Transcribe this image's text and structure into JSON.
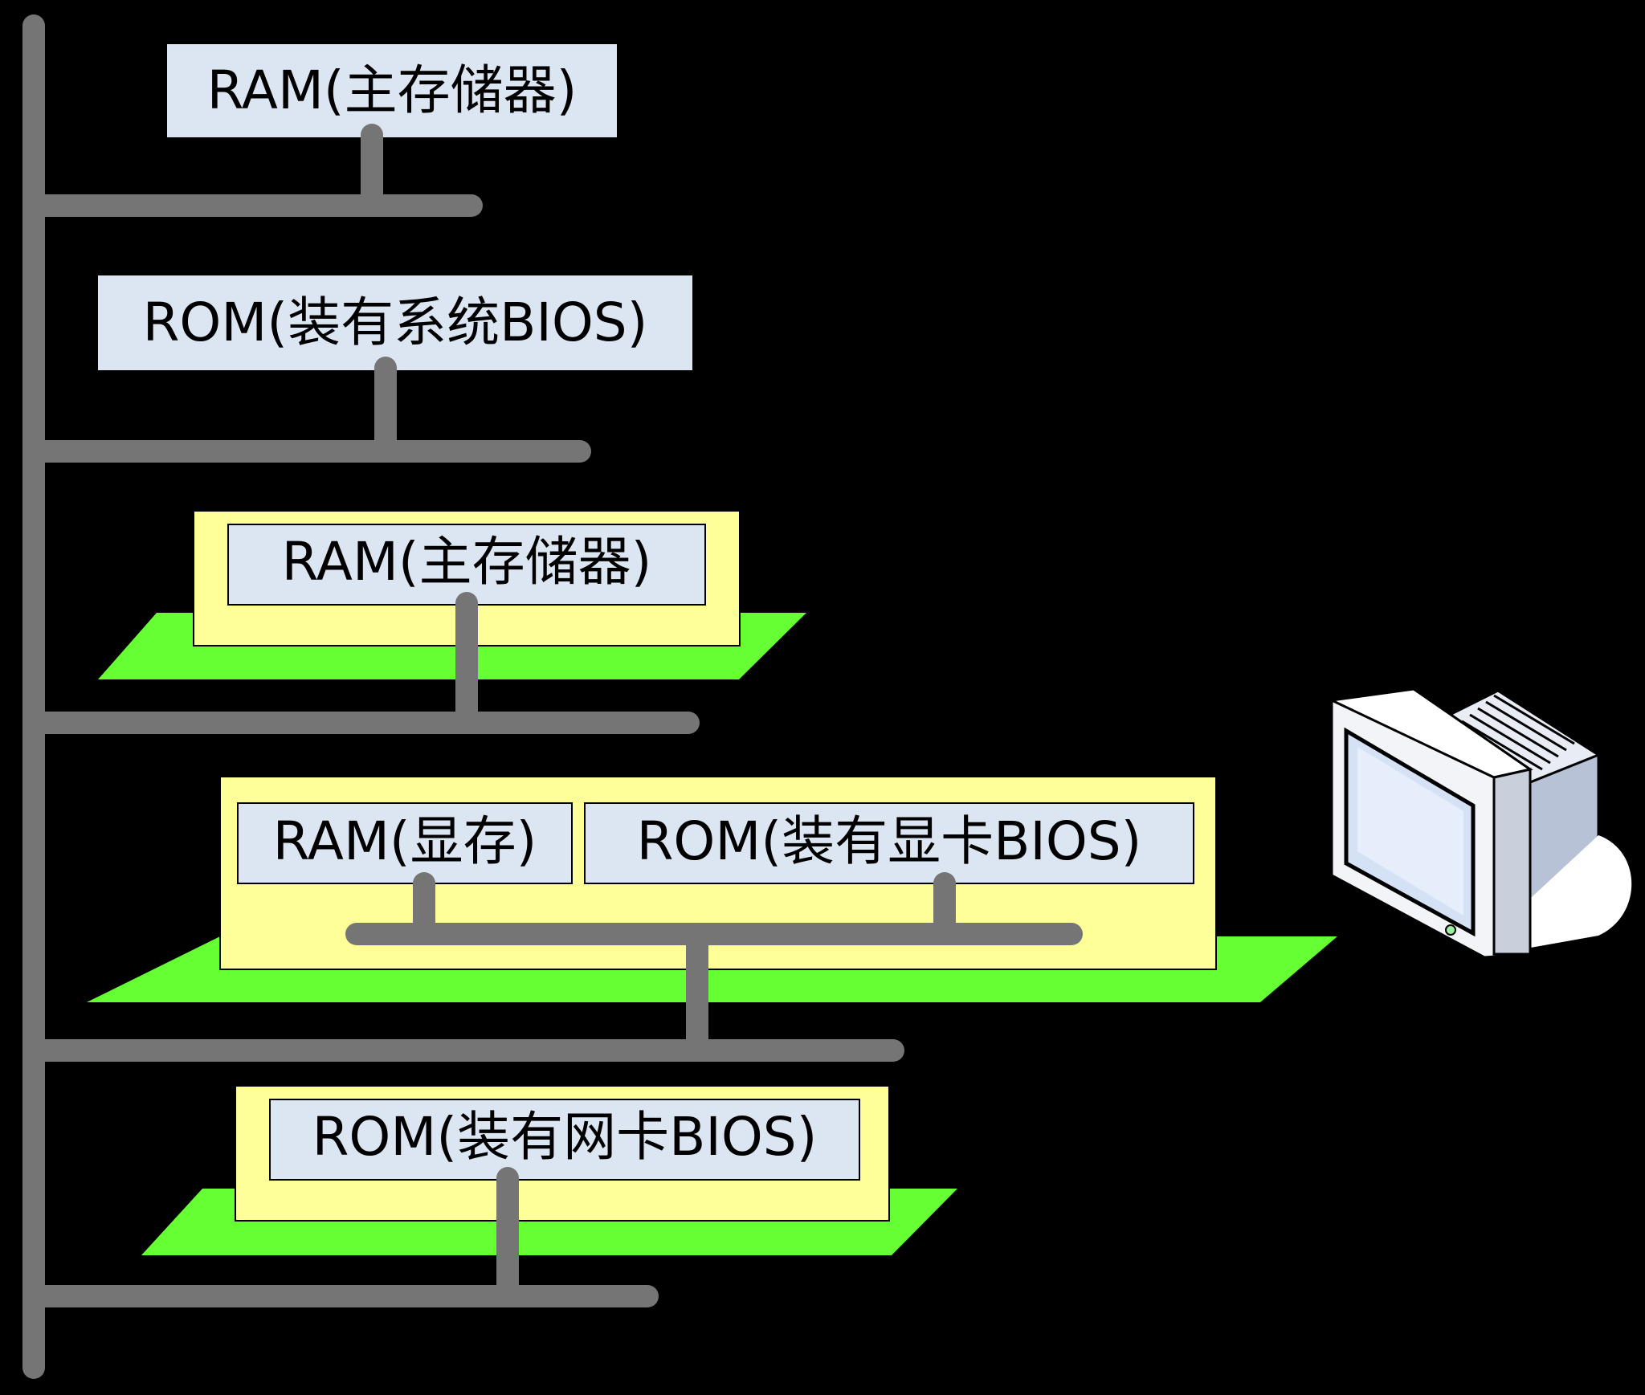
{
  "labels": {
    "ram_main_1": "RAM(主存储器)",
    "rom_system_bios": "ROM(装有系统BIOS)",
    "ram_main_2": "RAM(主存储器)",
    "ram_vram": "RAM(显存)",
    "rom_video_bios": "ROM(装有显卡BIOS)",
    "rom_nic_bios": "ROM(装有网卡BIOS)"
  },
  "colors": {
    "background": "#000000",
    "bus": "#757575",
    "chip_box": "#dce6f2",
    "board_panel": "#ffff99",
    "circuit_board": "#66ff33",
    "text": "#000000"
  },
  "icons": {
    "monitor": "crt-monitor-icon"
  }
}
